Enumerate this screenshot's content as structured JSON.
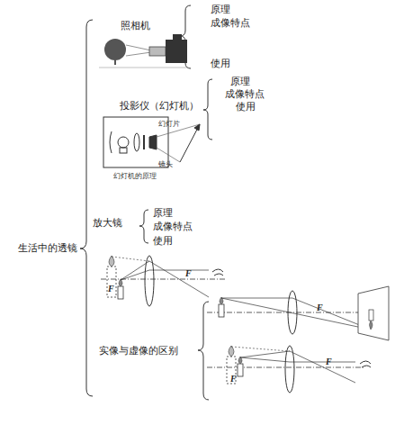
{
  "diagram": {
    "labels": [
      "照相机",
      "原理",
      "成像特点",
      "使用",
      "投影仪（幻灯机）",
      "原理",
      "成像特点",
      "使用",
      "幻灯片",
      "镜头",
      "幻灯机的原理",
      "生活中的透镜",
      "放大镜",
      "原理",
      "成像特点",
      "使用",
      "F",
      "F",
      "F",
      "实像与虚像的区别",
      "F",
      "F"
    ]
  }
}
